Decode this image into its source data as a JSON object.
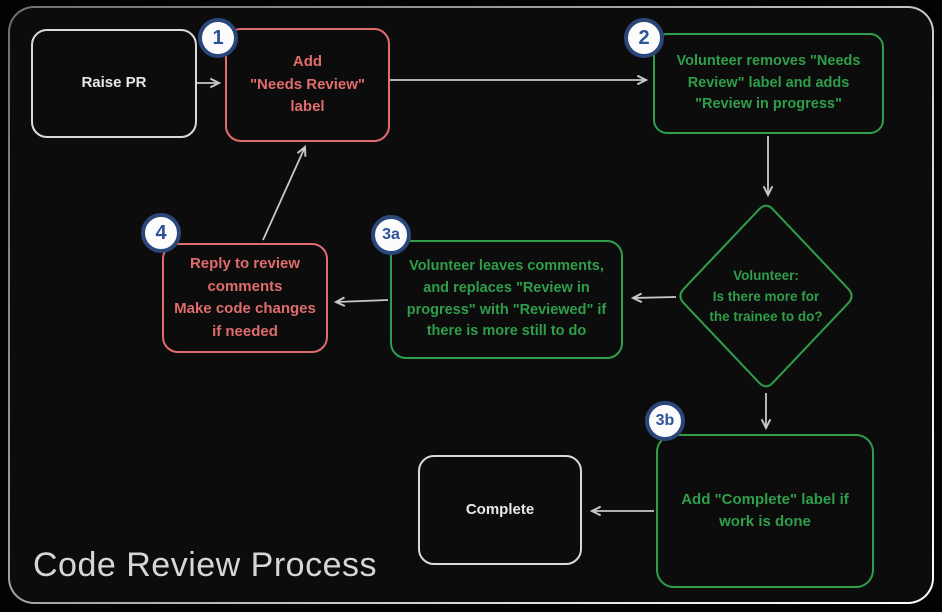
{
  "title": "Code Review Process",
  "colors": {
    "background": "#0c0c0c",
    "red_accent": "#e06c6c",
    "green_accent": "#2f9e4a",
    "white_node": "#e8e8e8",
    "badge_ring_blue": "#2b4779",
    "badge_number_blue": "#2b5396",
    "arrow_gray": "#c8c8c8",
    "title_gray": "#d6d6d6"
  },
  "nodes": {
    "raise_pr": {
      "label": "Raise PR"
    },
    "add_needs_review": {
      "badge": "1",
      "label": "Add\n\"Needs Review\"\nlabel"
    },
    "volunteer_removes": {
      "badge": "2",
      "label": "Volunteer removes \"Needs\nReview\" label and adds\n\"Review in progress\""
    },
    "decision": {
      "label": "Volunteer:\nIs there more for\nthe trainee to do?"
    },
    "volunteer_leaves": {
      "badge": "3a",
      "label": "Volunteer leaves comments,\nand replaces \"Review in\nprogress\" with \"Reviewed\" if\nthere is more still to do"
    },
    "reply_comments": {
      "badge": "4",
      "label": "Reply to review\ncomments\nMake code changes\nif needed"
    },
    "add_complete": {
      "badge": "3b",
      "label": "Add \"Complete\" label if\nwork is done"
    },
    "complete": {
      "label": "Complete"
    }
  }
}
